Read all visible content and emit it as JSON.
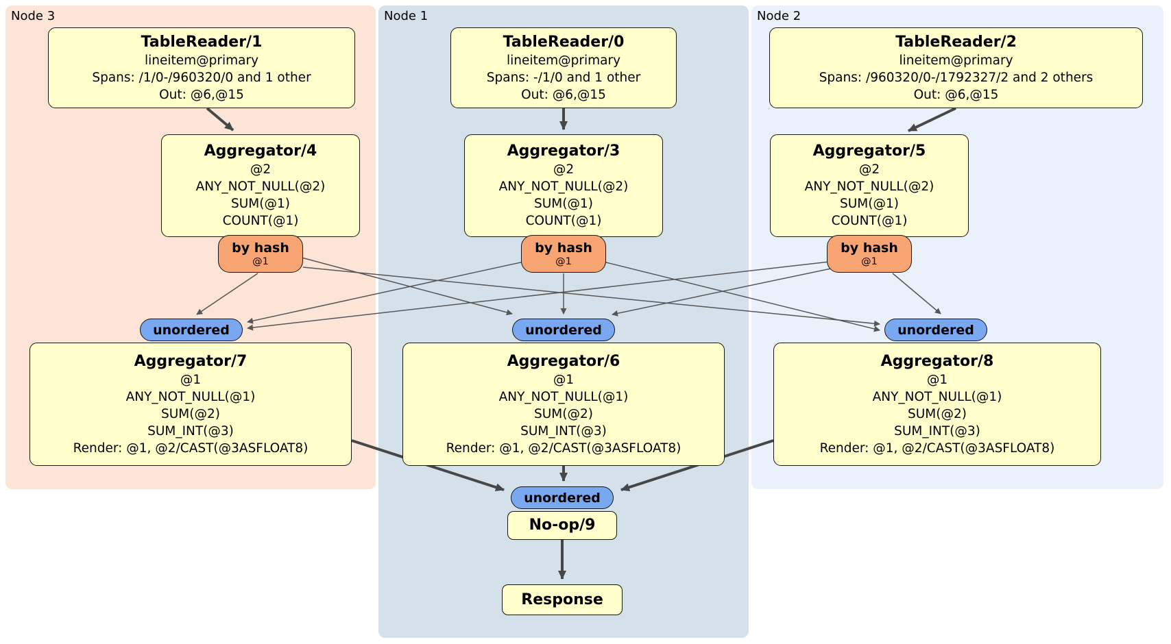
{
  "diagram": {
    "regions": [
      {
        "id": "node3",
        "label": "Node 3",
        "color": "#fce4d6"
      },
      {
        "id": "node1",
        "label": "Node 1",
        "color": "#d4e1ea"
      },
      {
        "id": "node2",
        "label": "Node 2",
        "color": "#ebf1fa"
      }
    ],
    "pills": {
      "hash_label": "by hash",
      "hash_arg": "@1",
      "unordered_label": "unordered"
    },
    "operators": {
      "tr1": {
        "title": "TableReader/1",
        "lines": [
          "lineitem@primary",
          "Spans: /1/0-/960320/0 and 1 other",
          "Out: @6,@15"
        ]
      },
      "tr0": {
        "title": "TableReader/0",
        "lines": [
          "lineitem@primary",
          "Spans: -/1/0 and 1 other",
          "Out: @6,@15"
        ]
      },
      "tr2": {
        "title": "TableReader/2",
        "lines": [
          "lineitem@primary",
          "Spans: /960320/0-/1792327/2 and 2 others",
          "Out: @6,@15"
        ]
      },
      "agg4": {
        "title": "Aggregator/4",
        "lines": [
          "@2",
          "ANY_NOT_NULL(@2)",
          "SUM(@1)",
          "COUNT(@1)"
        ]
      },
      "agg3": {
        "title": "Aggregator/3",
        "lines": [
          "@2",
          "ANY_NOT_NULL(@2)",
          "SUM(@1)",
          "COUNT(@1)"
        ]
      },
      "agg5": {
        "title": "Aggregator/5",
        "lines": [
          "@2",
          "ANY_NOT_NULL(@2)",
          "SUM(@1)",
          "COUNT(@1)"
        ]
      },
      "agg7": {
        "title": "Aggregator/7",
        "lines": [
          "@1",
          "ANY_NOT_NULL(@1)",
          "SUM(@2)",
          "SUM_INT(@3)",
          "Render: @1, @2/CAST(@3ASFLOAT8)"
        ]
      },
      "agg6": {
        "title": "Aggregator/6",
        "lines": [
          "@1",
          "ANY_NOT_NULL(@1)",
          "SUM(@2)",
          "SUM_INT(@3)",
          "Render: @1, @2/CAST(@3ASFLOAT8)"
        ]
      },
      "agg8": {
        "title": "Aggregator/8",
        "lines": [
          "@1",
          "ANY_NOT_NULL(@1)",
          "SUM(@2)",
          "SUM_INT(@3)",
          "Render: @1, @2/CAST(@3ASFLOAT8)"
        ]
      },
      "noop": {
        "title": "No-op/9"
      },
      "response": {
        "title": "Response"
      }
    },
    "edge_colors": {
      "thick": "#474747",
      "thin": "#565656"
    }
  }
}
